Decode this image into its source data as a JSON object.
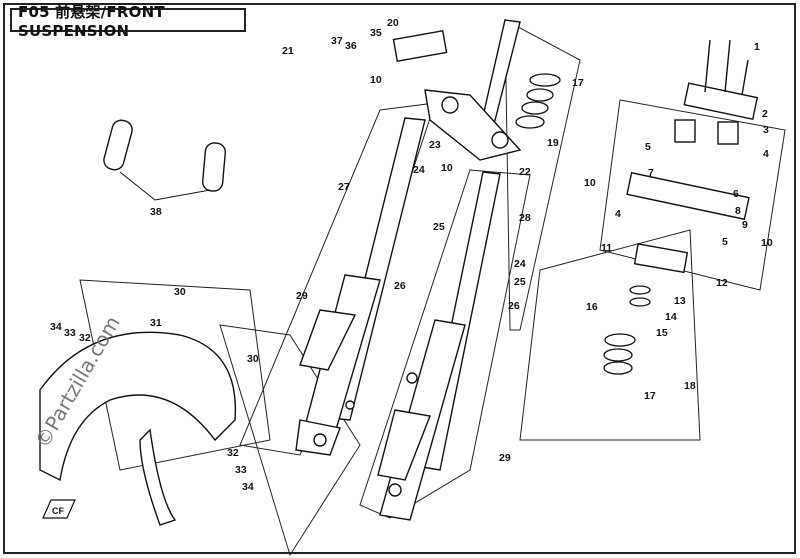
{
  "title": "F05  前悬架/FRONT SUSPENSION",
  "watermark": "©Partzilla.com",
  "badge_text": "CF",
  "callouts": [
    {
      "id": "c1",
      "label": "1"
    },
    {
      "id": "c2",
      "label": "2"
    },
    {
      "id": "c3",
      "label": "3"
    },
    {
      "id": "c4a",
      "label": "4"
    },
    {
      "id": "c4b",
      "label": "4"
    },
    {
      "id": "c5a",
      "label": "5"
    },
    {
      "id": "c5b",
      "label": "5"
    },
    {
      "id": "c6",
      "label": "6"
    },
    {
      "id": "c7",
      "label": "7"
    },
    {
      "id": "c8",
      "label": "8"
    },
    {
      "id": "c9",
      "label": "9"
    },
    {
      "id": "c10a",
      "label": "10"
    },
    {
      "id": "c10b",
      "label": "10"
    },
    {
      "id": "c10c",
      "label": "10"
    },
    {
      "id": "c10d",
      "label": "10"
    },
    {
      "id": "c11",
      "label": "11"
    },
    {
      "id": "c12",
      "label": "12"
    },
    {
      "id": "c13",
      "label": "13"
    },
    {
      "id": "c14",
      "label": "14"
    },
    {
      "id": "c15",
      "label": "15"
    },
    {
      "id": "c16",
      "label": "16"
    },
    {
      "id": "c17a",
      "label": "17"
    },
    {
      "id": "c17b",
      "label": "17"
    },
    {
      "id": "c18",
      "label": "18"
    },
    {
      "id": "c19",
      "label": "19"
    },
    {
      "id": "c20",
      "label": "20"
    },
    {
      "id": "c21",
      "label": "21"
    },
    {
      "id": "c22",
      "label": "22"
    },
    {
      "id": "c23",
      "label": "23"
    },
    {
      "id": "c24a",
      "label": "24"
    },
    {
      "id": "c24b",
      "label": "24"
    },
    {
      "id": "c25a",
      "label": "25"
    },
    {
      "id": "c25b",
      "label": "25"
    },
    {
      "id": "c26a",
      "label": "26"
    },
    {
      "id": "c26b",
      "label": "26"
    },
    {
      "id": "c27",
      "label": "27"
    },
    {
      "id": "c28",
      "label": "28"
    },
    {
      "id": "c29a",
      "label": "29"
    },
    {
      "id": "c29b",
      "label": "29"
    },
    {
      "id": "c30a",
      "label": "30"
    },
    {
      "id": "c30b",
      "label": "30"
    },
    {
      "id": "c31",
      "label": "31"
    },
    {
      "id": "c32a",
      "label": "32"
    },
    {
      "id": "c32b",
      "label": "32"
    },
    {
      "id": "c33a",
      "label": "33"
    },
    {
      "id": "c33b",
      "label": "33"
    },
    {
      "id": "c34a",
      "label": "34"
    },
    {
      "id": "c34b",
      "label": "34"
    },
    {
      "id": "c35",
      "label": "35"
    },
    {
      "id": "c36",
      "label": "36"
    },
    {
      "id": "c37",
      "label": "37"
    },
    {
      "id": "c38",
      "label": "38"
    }
  ]
}
